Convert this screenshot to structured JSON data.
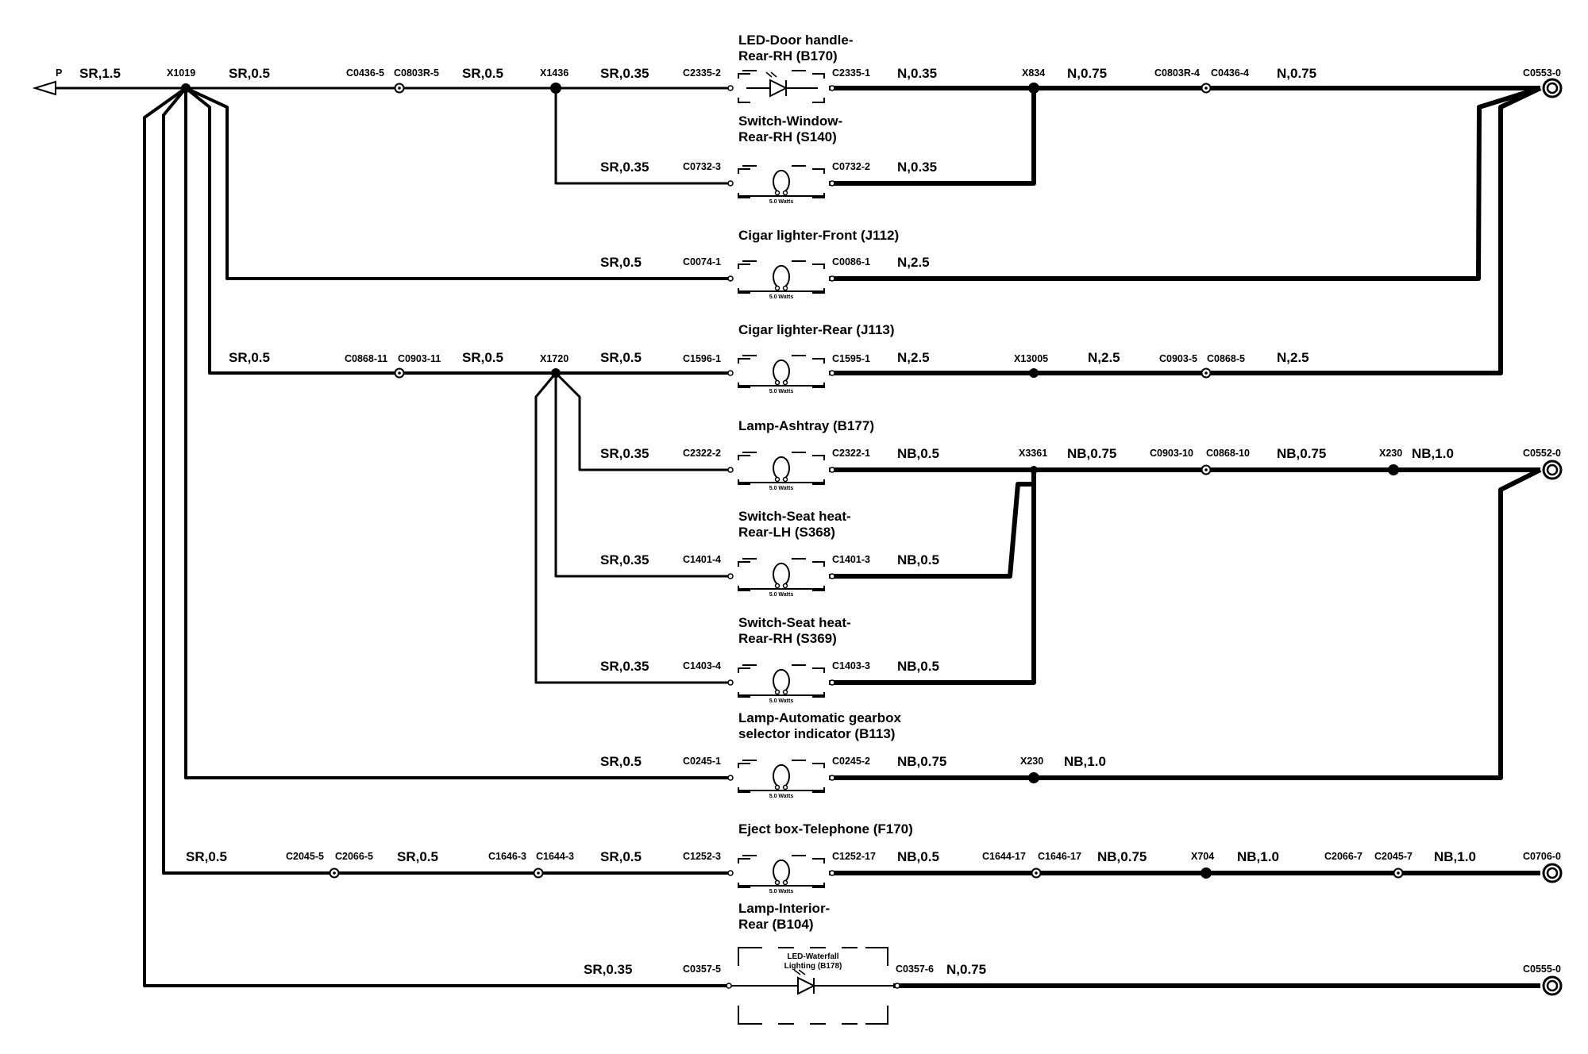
{
  "main": {
    "power": {
      "label": "P",
      "wire": "SR,1.5"
    },
    "splice": "X1019",
    "row1": {
      "w1": "SR,0.5",
      "c1": "C0436-5",
      "c2": "C0803R-5",
      "w2": "SR,0.5",
      "sp": "X1436",
      "w3": "SR,0.35",
      "cin": "C2335-2",
      "title1": "LED-Door handle-",
      "title2": "Rear-RH (B170)",
      "cout": "C2335-1",
      "w4": "N,0.35",
      "sp2": "X834",
      "w5": "N,0.75",
      "c3": "C0803R-4",
      "c4": "C0436-4",
      "w6": "N,0.75",
      "ground": "C0553-0"
    },
    "row2": {
      "title1": "Switch-Window-",
      "title2": "Rear-RH (S140)",
      "w1": "SR,0.35",
      "cin": "C0732-3",
      "cout": "C0732-2",
      "w2": "N,0.35",
      "watts": "5.0 Watts"
    },
    "row3": {
      "title": "Cigar lighter-Front (J112)",
      "w1": "SR,0.5",
      "cin": "C0074-1",
      "cout": "C0086-1",
      "w2": "N,2.5",
      "watts": "5.0 Watts"
    },
    "row4": {
      "title": "Cigar lighter-Rear (J113)",
      "w1": "SR,0.5",
      "c1": "C0868-11",
      "c2": "C0903-11",
      "w2": "SR,0.5",
      "sp": "X1720",
      "w3": "SR,0.5",
      "cin": "C1596-1",
      "cout": "C1595-1",
      "w4": "N,2.5",
      "sp2": "X13005",
      "w5": "N,2.5",
      "c3": "C0903-5",
      "c4": "C0868-5",
      "w6": "N,2.5",
      "watts": "5.0 Watts"
    },
    "row5": {
      "title": "Lamp-Ashtray (B177)",
      "w1": "SR,0.35",
      "cin": "C2322-2",
      "cout": "C2322-1",
      "w2": "NB,0.5",
      "sp": "X3361",
      "w3": "NB,0.75",
      "c1": "C0903-10",
      "c2": "C0868-10",
      "w4": "NB,0.75",
      "sp2": "X230",
      "w5": "NB,1.0",
      "ground": "C0552-0",
      "watts": "5.0 Watts"
    },
    "row6": {
      "title1": "Switch-Seat heat-",
      "title2": "Rear-LH (S368)",
      "w1": "SR,0.35",
      "cin": "C1401-4",
      "cout": "C1401-3",
      "w2": "NB,0.5",
      "watts": "5.0 Watts"
    },
    "row7": {
      "title1": "Switch-Seat heat-",
      "title2": "Rear-RH (S369)",
      "w1": "SR,0.35",
      "cin": "C1403-4",
      "cout": "C1403-3",
      "w2": "NB,0.5",
      "watts": "5.0 Watts"
    },
    "row8": {
      "title1": "Lamp-Automatic gearbox",
      "title2": "selector indicator (B113)",
      "w1": "SR,0.5",
      "cin": "C0245-1",
      "cout": "C0245-2",
      "w2": "NB,0.75",
      "sp": "X230",
      "w3": "NB,1.0",
      "watts": "5.0 Watts"
    },
    "row9": {
      "title": "Eject box-Telephone (F170)",
      "w1": "SR,0.5",
      "c1": "C2045-5",
      "c2": "C2066-5",
      "w2": "SR,0.5",
      "c3": "C1646-3",
      "c4": "C1644-3",
      "w3": "SR,0.5",
      "cin": "C1252-3",
      "cout": "C1252-17",
      "w4": "NB,0.5",
      "c5": "C1644-17",
      "c6": "C1646-17",
      "w5": "NB,0.75",
      "sp": "X704",
      "w6": "NB,1.0",
      "c7": "C2066-7",
      "c8": "C2045-7",
      "w7": "NB,1.0",
      "ground": "C0706-0",
      "watts": "5.0 Watts"
    },
    "row10": {
      "title1": "Lamp-Interior-",
      "title2": "Rear (B104)",
      "inner1": "LED-Waterfall",
      "inner2": "Lighting (B178)",
      "w1": "SR,0.35",
      "cin": "C0357-5",
      "cout": "C0357-6",
      "w2": "N,0.75",
      "ground": "C0555-0"
    }
  }
}
